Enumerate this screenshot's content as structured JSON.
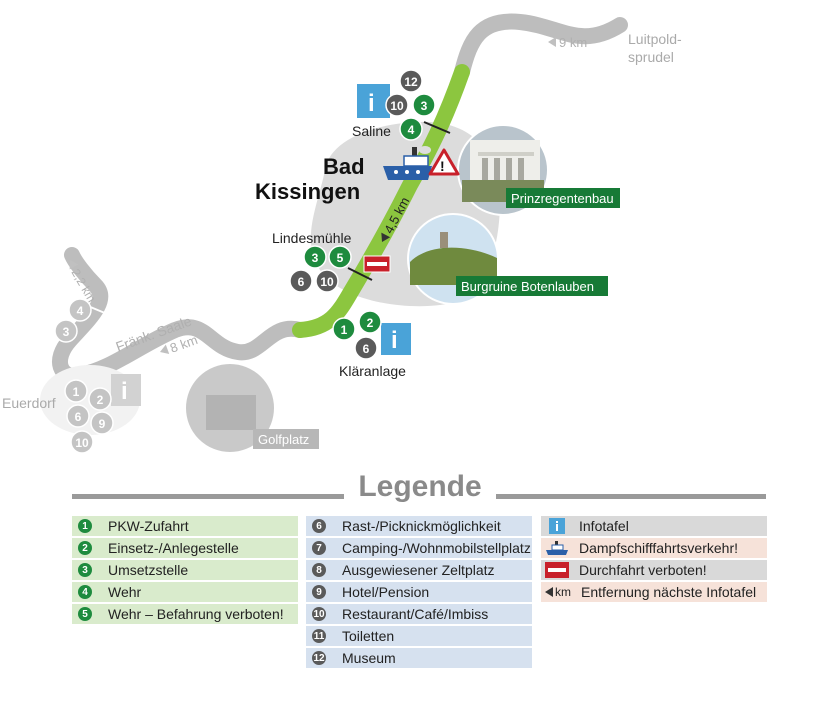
{
  "map": {
    "town": [
      "Bad",
      "Kissingen"
    ],
    "places": {
      "saline": "Saline",
      "lindesmuehle": "Lindesmühle",
      "klaeranlage": "Kläranlage",
      "euerdorf": "Euerdorf",
      "luitpold": [
        "Luitpold-",
        "sprudel"
      ]
    },
    "river": "Fränk. Saale",
    "distances": {
      "north": "9 km",
      "town": "4,5 km",
      "west_upper": "2,2 km",
      "west_river": "8 km"
    },
    "photos": {
      "prinzregentenbau": "Prinzregentenbau",
      "burgruine": "Burgruine Botenlauben",
      "golfplatz": "Golfplatz"
    },
    "markers": {
      "saline": [
        "12",
        "10",
        "3",
        "4"
      ],
      "lindesmuehle": [
        "3",
        "5",
        "6",
        "10"
      ],
      "klaeranlage": [
        "1",
        "2",
        "6"
      ],
      "west_upper": [
        "4",
        "3"
      ],
      "euerdorf": [
        "1",
        "2",
        "6",
        "9",
        "10"
      ]
    },
    "info_symbol": "i",
    "warning_symbol": "!"
  },
  "legend": {
    "title": "Legende",
    "col1": [
      {
        "num": "1",
        "label": "PKW-Zufahrt"
      },
      {
        "num": "2",
        "label": "Einsetz-/Anlegestelle"
      },
      {
        "num": "3",
        "label": "Umsetzstelle"
      },
      {
        "num": "4",
        "label": "Wehr"
      },
      {
        "num": "5",
        "label": "Wehr – Befahrung verboten!"
      }
    ],
    "col2": [
      {
        "num": "6",
        "label": "Rast-/Picknickmöglichkeit"
      },
      {
        "num": "7",
        "label": "Camping-/Wohnmobilstellplatz"
      },
      {
        "num": "8",
        "label": "Ausgewiesener Zeltplatz"
      },
      {
        "num": "9",
        "label": "Hotel/Pension"
      },
      {
        "num": "10",
        "label": "Restaurant/Café/Imbiss"
      },
      {
        "num": "11",
        "label": "Toiletten"
      },
      {
        "num": "12",
        "label": "Museum"
      }
    ],
    "col3": [
      {
        "icon": "info-icon",
        "label": "Infotafel"
      },
      {
        "icon": "steamboat-icon",
        "label": "Dampfschifffahrtsverkehr!"
      },
      {
        "icon": "no-entry-icon",
        "label": "Durchfahrt verboten!"
      },
      {
        "icon": "km-arrow-icon",
        "label": "Entfernung nächste Infotafel",
        "km": "km"
      }
    ]
  },
  "colors": {
    "river_green": "#8cc63f",
    "river_gray": "#bdbdbd",
    "marker_green": "#1e8b3e",
    "marker_gray": "#5a5a5a",
    "info_blue": "#4aa3d8",
    "photo_label_green": "#177a36",
    "no_entry_red": "#c8202a"
  }
}
